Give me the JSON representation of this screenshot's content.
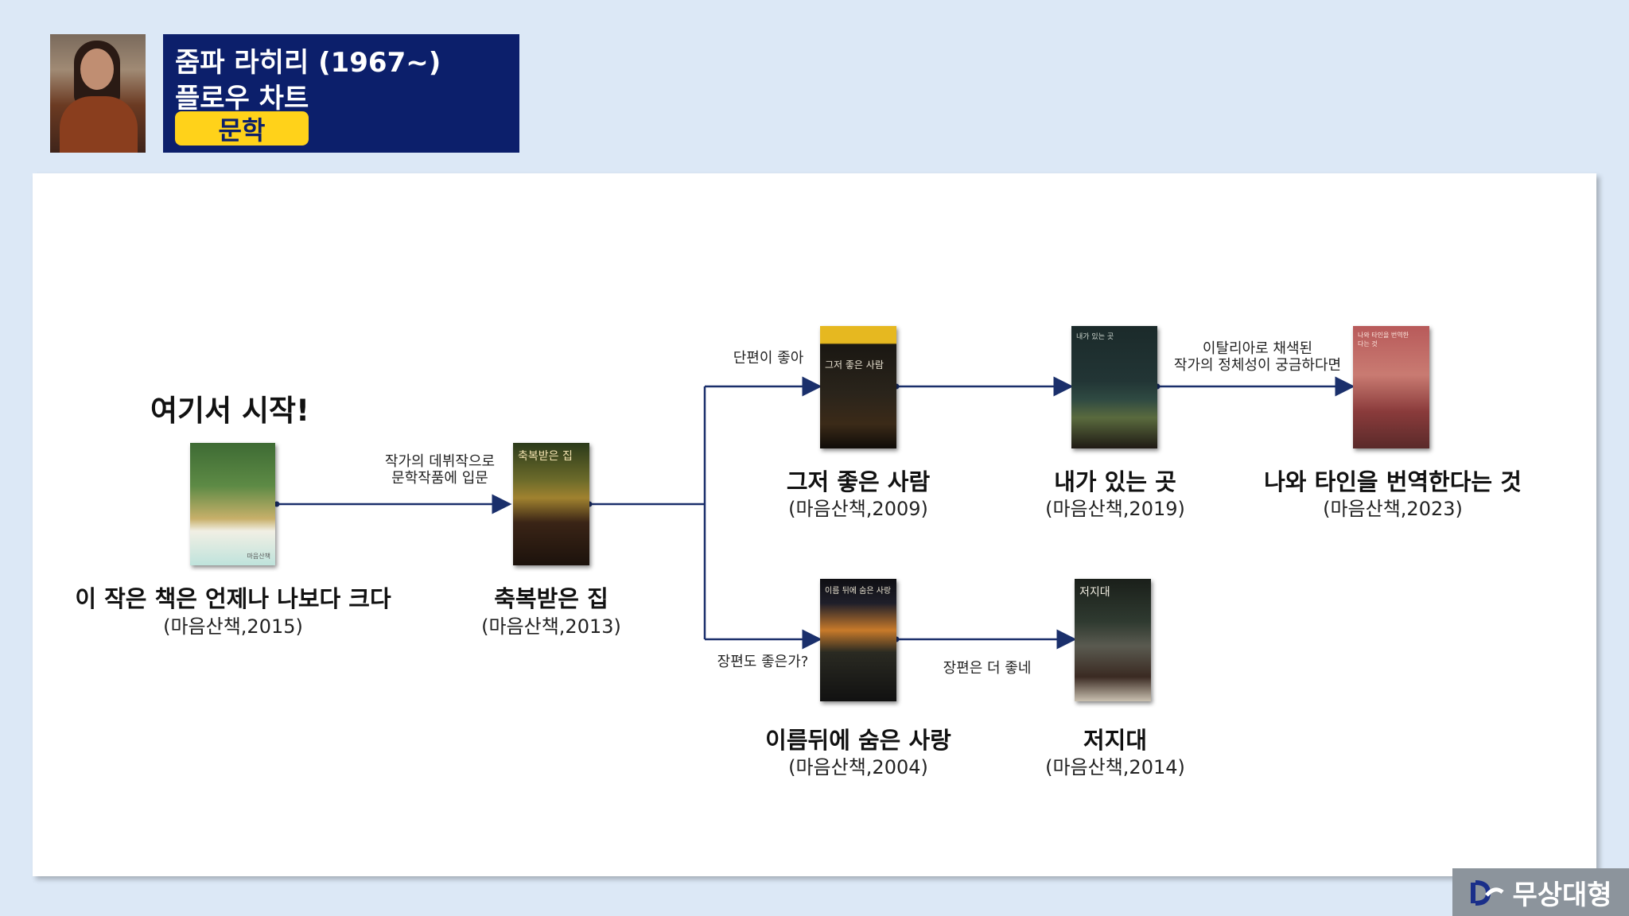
{
  "header": {
    "author_line": "줌파 라히리 (1967~)",
    "chart_line": "플로우 차트",
    "tag": "문학"
  },
  "start_label": "여기서 시작!",
  "books": {
    "b2015": {
      "title": "이 작은 책은 언제나 나보다 크다",
      "pub": "(마음산책,2015)"
    },
    "b2013": {
      "title": "축복받은 집",
      "pub": "(마음산책,2013)",
      "cover_text": "축복받은 집"
    },
    "b2009": {
      "title": "그저 좋은 사람",
      "pub": "(마음산책,2009)",
      "cover_text": "그저 좋은 사람"
    },
    "b2019": {
      "title": "내가 있는 곳",
      "pub": "(마음산책,2019)",
      "cover_text": "내가 있는 곳"
    },
    "b2023": {
      "title": "나와 타인을 번역한다는 것",
      "pub": "(마음산책,2023)",
      "cover_text": "나와 타인을 번역한다는 것"
    },
    "b2004": {
      "title": "이름뒤에 숨은 사랑",
      "pub": "(마음산책,2004)",
      "cover_text": "이름 뒤에 숨은 사랑"
    },
    "b2014": {
      "title": "저지대",
      "pub": "(마음산책,2014)",
      "cover_text": "저지대"
    }
  },
  "edges": {
    "e1_line1": "작가의 데뷔작으로",
    "e1_line2": "문학작품에 입문",
    "e2": "단편이 좋아",
    "e3": "장편도 좋은가?",
    "e4_line1": "이탈리아로 채색된",
    "e4_line2": "작가의 정체성이 궁금하다면",
    "e5": "장편은 더 좋네"
  },
  "logo": {
    "text": "무상대형"
  },
  "colors": {
    "header_bg": "#0c1f6b",
    "tag_bg": "#ffd21a",
    "arrow": "#1a2f6b",
    "page_bg": "#dce8f6"
  }
}
